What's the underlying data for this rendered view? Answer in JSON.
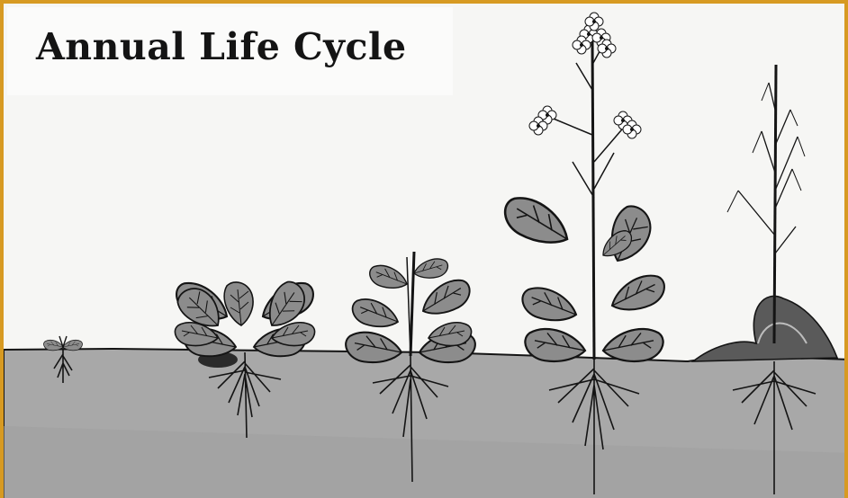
{
  "title": "Annual Life Cycle",
  "colors": {
    "frame": "#d79a22",
    "sky": "#f6f6f4",
    "soil": "#a8a8a8",
    "leaf": "#8c8c8c",
    "ink": "#141414"
  },
  "stages": [
    {
      "name": "seedling"
    },
    {
      "name": "rosette"
    },
    {
      "name": "bolting"
    },
    {
      "name": "flowering"
    },
    {
      "name": "seed-set-senescence"
    }
  ]
}
